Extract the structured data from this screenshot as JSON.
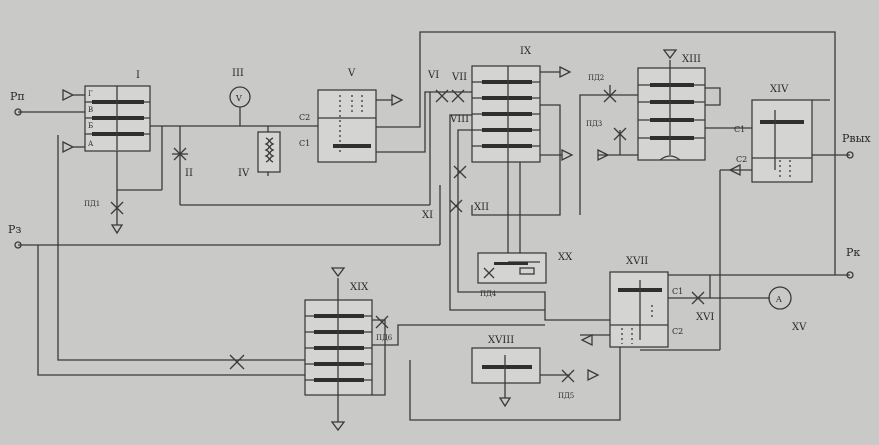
{
  "ports": {
    "p_p": "Рп",
    "p_z": "Рз",
    "p_out": "Рвых",
    "p_k": "Рк"
  },
  "blocks": {
    "b1": "I",
    "b2": "II",
    "b3": "III",
    "b4": "IV",
    "b5": "V",
    "b6": "VI",
    "b7": "VII",
    "b8": "VIII",
    "b9": "IX",
    "b11": "XI",
    "b12": "XII",
    "b13": "XIII",
    "b14": "XIV",
    "b15": "XV",
    "b16": "XVI",
    "b17": "XVII",
    "b18": "XVIII",
    "b19": "XIX",
    "b20": "XX"
  },
  "chamber_letters": [
    "Г",
    "В",
    "Б",
    "А"
  ],
  "chambers": {
    "c1": "C1",
    "c2": "C2"
  },
  "chokes": {
    "pd1": "ПД1",
    "pd2": "ПД2",
    "pd3": "ПД3",
    "pd4": "ПД4",
    "pd5": "ПД5",
    "pd6": "ПД6"
  },
  "gauge_symbol": "V",
  "gauge_symbol_out": "A"
}
